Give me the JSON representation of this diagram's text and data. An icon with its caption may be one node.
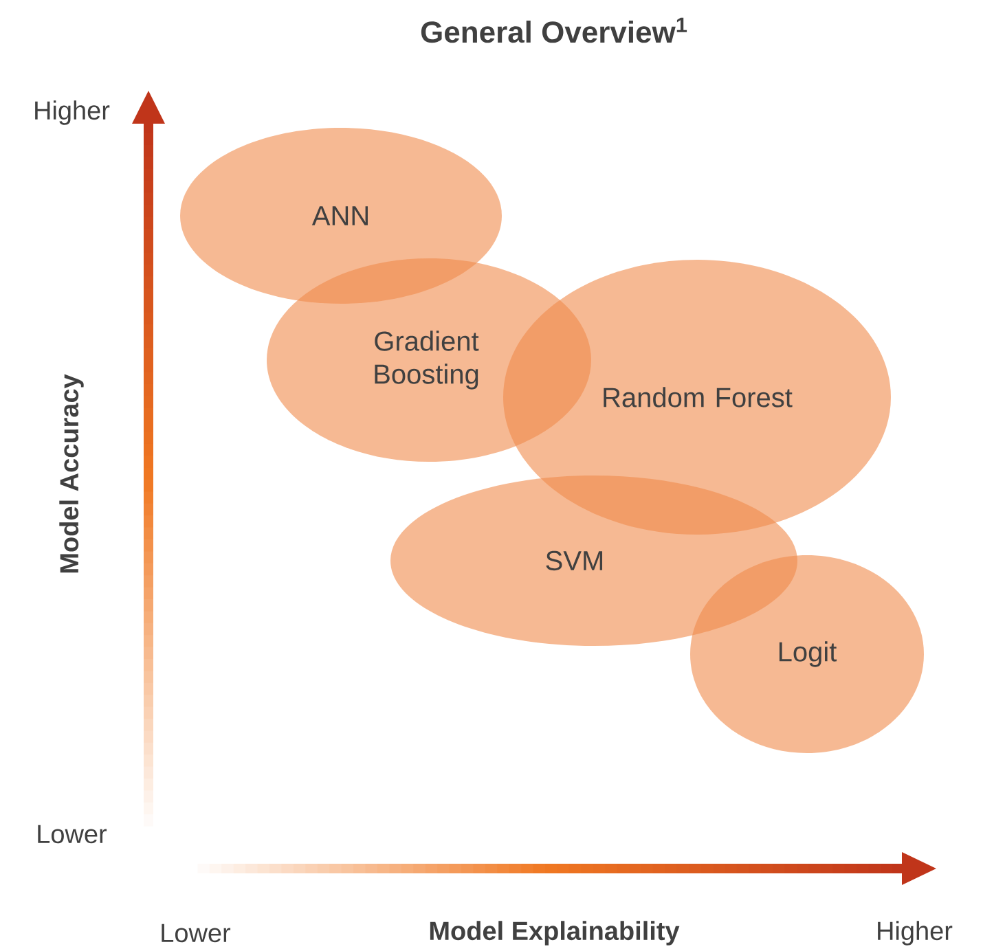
{
  "diagram": {
    "title": "General Overview$^{1}$",
    "nodes": [
      {
        "text": [
          "ANN"
        ]
      },
      {
        "text": [
          "Gradient Boosting"
        ]
      },
      {
        "text": [
          "Random Forest"
        ]
      },
      {
        "text": [
          "SVM"
        ]
      },
      {
        "text": [
          "Logit"
        ]
      }
    ],
    "labels": [
      "Higher",
      "Model Accuracy",
      "Lower",
      "Lower",
      "Model Explainability",
      "Higher"
    ]
  }
}
